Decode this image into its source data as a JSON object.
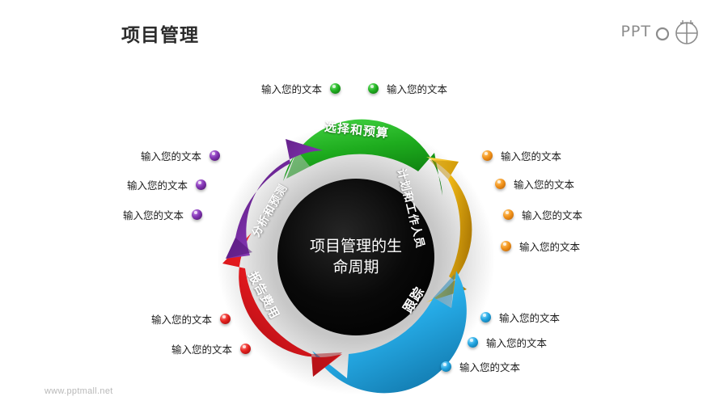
{
  "header": {
    "title": "项目管理",
    "logo_text": "PPT",
    "logo_icons": [
      "circle-icon",
      "crosshair-globe-icon"
    ]
  },
  "footer": {
    "url": "www.pptmall.net"
  },
  "diagram": {
    "center_text": "项目管理的生\n命周期",
    "center_line1": "项目管理的生",
    "center_line2": "命周期",
    "segments": [
      {
        "id": "select-budget",
        "label": "选择和预算",
        "color": "#1eac1e",
        "color_dark": "#0f7a10"
      },
      {
        "id": "plan-staff",
        "label": "计划和工作人员",
        "color": "#f0b712",
        "color_dark": "#c28c06"
      },
      {
        "id": "tracking",
        "label": "跟踪",
        "color": "#29aee6",
        "color_dark": "#1481b4"
      },
      {
        "id": "report-expenses",
        "label": "报告费用",
        "color": "#e41d22",
        "color_dark": "#a70f16"
      },
      {
        "id": "analyze-forecast",
        "label": "分析和预测",
        "color": "#7b2fa8",
        "color_dark": "#52166f"
      }
    ]
  },
  "bullets": {
    "green": {
      "color": "#1eac1e",
      "items": [
        {
          "text": "输入您的文本",
          "align": "rtl"
        },
        {
          "text": "输入您的文本",
          "align": "ltr"
        }
      ]
    },
    "orange": {
      "color": "#f08a15",
      "items": [
        {
          "text": "输入您的文本"
        },
        {
          "text": "输入您的文本"
        },
        {
          "text": "输入您的文本"
        },
        {
          "text": "输入您的文本"
        }
      ]
    },
    "blue": {
      "color": "#1aa8e8",
      "items": [
        {
          "text": "输入您的文本"
        },
        {
          "text": "输入您的文本"
        },
        {
          "text": "输入您的文本"
        }
      ]
    },
    "red": {
      "color": "#e8231f",
      "items": [
        {
          "text": "输入您的文本"
        },
        {
          "text": "输入您的文本"
        }
      ]
    },
    "purple": {
      "color": "#7b2fa8",
      "items": [
        {
          "text": "输入您的文本"
        },
        {
          "text": "输入您的文本"
        },
        {
          "text": "输入您的文本"
        }
      ]
    }
  }
}
